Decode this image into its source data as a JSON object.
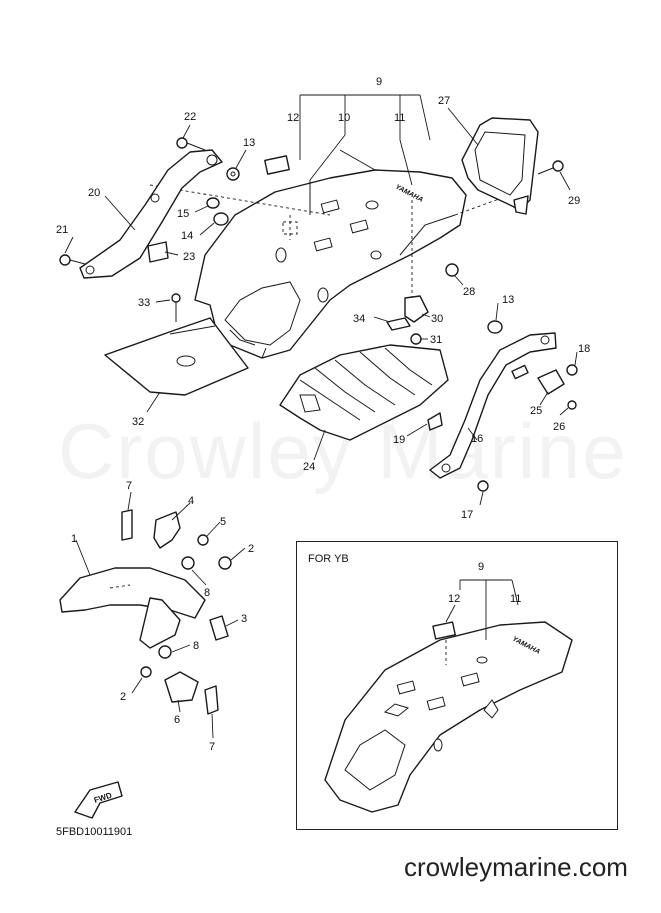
{
  "watermark": "Crowley Marine",
  "catalog_code": "5FBD10011901",
  "site_url": "crowleymarine.com",
  "variant_label": "FOR YB",
  "fwd_label": "FWD",
  "brand_mark": "YAMAHA",
  "callouts": {
    "n9": "9",
    "n10": "10",
    "n11": "11",
    "n12": "12",
    "n13a": "13",
    "n13b": "13",
    "n14": "14",
    "n15": "15",
    "n16": "16",
    "n17": "17",
    "n18": "18",
    "n19": "19",
    "n20": "20",
    "n21": "21",
    "n22": "22",
    "n23": "23",
    "n24": "24",
    "n25": "25",
    "n26": "26",
    "n27": "27",
    "n28": "28",
    "n29": "29",
    "n30": "30",
    "n31": "31",
    "n32": "32",
    "n33": "33",
    "n34": "34",
    "n1": "1",
    "n2a": "2",
    "n2b": "2",
    "n3": "3",
    "n4": "4",
    "n5": "5",
    "n6": "6",
    "n7a": "7",
    "n7b": "7",
    "n8a": "8",
    "n8b": "8",
    "v9": "9",
    "v11": "11",
    "v12": "12"
  }
}
